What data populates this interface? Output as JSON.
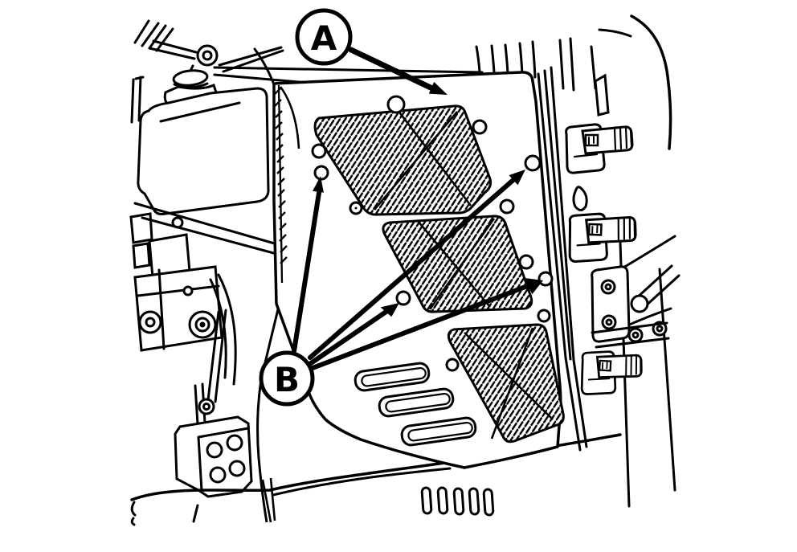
{
  "figure": {
    "bg_color": "#ffffff",
    "ink_color": "#000000",
    "callouts": [
      {
        "label": "A",
        "points_to": "side-panel",
        "arrow_count": 1
      },
      {
        "label": "B",
        "points_to": "panel-mounting-screws",
        "arrow_count": 4
      }
    ]
  }
}
